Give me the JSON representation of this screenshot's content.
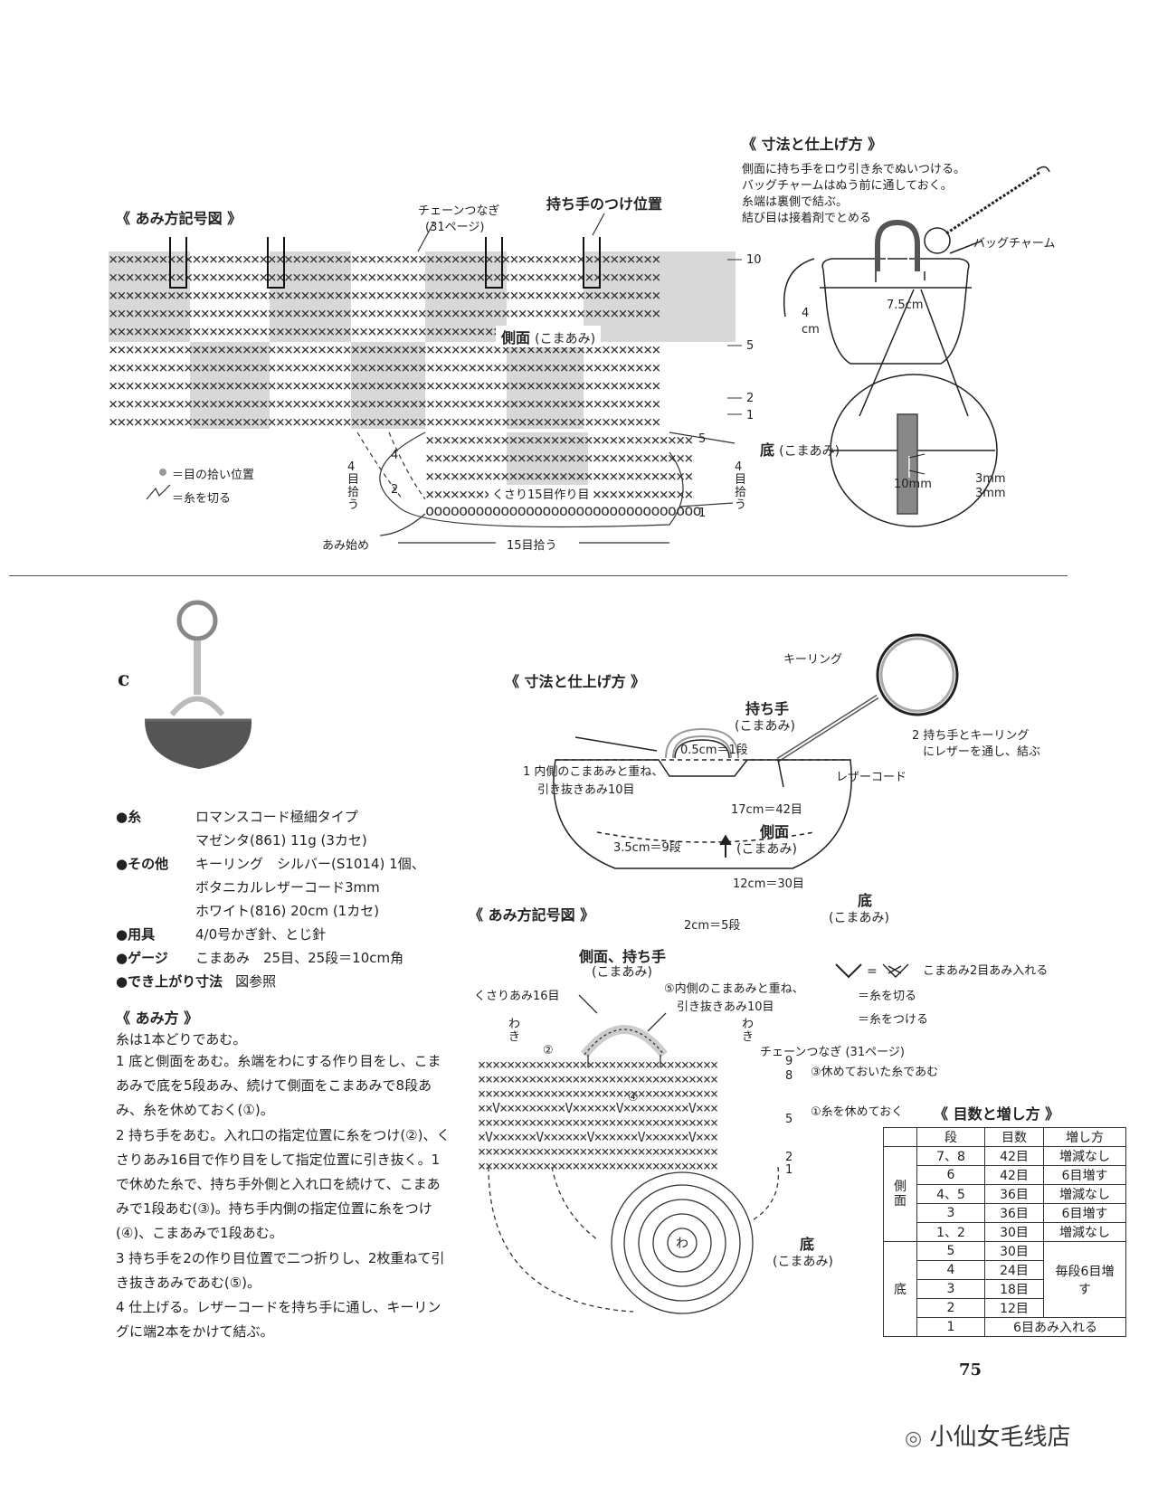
{
  "top": {
    "symbol_heading": "《 あみ方記号図 》",
    "chain_join": "チェーンつなぎ",
    "chain_join_page": "(31ページ)",
    "handle_position": "持ち手のつけ位置",
    "side_label": "側面",
    "side_stitch": "(こまあみ)",
    "bottom_label": "底",
    "bottom_stitch": "(こまあみ)",
    "chain_start": "くさり15目作り目",
    "pick_left": "4目拾う",
    "pick_right": "4目拾う",
    "start_label": "あみ始め",
    "pick_15": "15目拾う",
    "legend_pick": "＝目の拾い位置",
    "legend_cut": "＝糸を切る",
    "row_nums": [
      "10",
      "5",
      "2",
      "1"
    ],
    "bottom_rows": [
      "5",
      "4",
      "2",
      "1"
    ],
    "finish_heading": "《 寸法と仕上げ方 》",
    "finish_lines": [
      "側面に持ち手をロウ引き糸でぬいつける。",
      "バッグチャームはぬう前に通しておく。",
      "糸端は裏側で結ぶ。",
      "結び目は接着剤でとめる"
    ],
    "bag_charm": "バッグチャーム",
    "height": "4 cm",
    "width": "7.5cm",
    "detail_10mm": "10mm",
    "detail_3mm_a": "3mm",
    "detail_3mm_b": "3mm"
  },
  "c": {
    "letter": "c",
    "specs": [
      {
        "label": "●糸",
        "value": "ロマンスコード極細タイプ"
      },
      {
        "label": "",
        "value": "マゼンタ(861) 11g (3カセ)"
      },
      {
        "label": "●その他",
        "value": "キーリング　シルバー(S1014) 1個、"
      },
      {
        "label": "",
        "value": "ボタニカルレザーコード3mm"
      },
      {
        "label": "",
        "value": "ホワイト(816) 20cm (1カセ)"
      },
      {
        "label": "●用具",
        "value": "4/0号かぎ針、とじ針"
      },
      {
        "label": "●ゲージ",
        "value": "こまあみ　25目、25段＝10cm角"
      },
      {
        "label": "●でき上がり寸法",
        "value": "図参照"
      }
    ],
    "method_heading": "《 あみ方 》",
    "method_intro": "糸は1本どりであむ。",
    "steps": [
      "1 底と側面をあむ。糸端をわにする作り目をし、こまあみで底を5段あみ、続けて側面をこまあみで8段あみ、糸を休めておく(①)。",
      "2 持ち手をあむ。入れ口の指定位置に糸をつけ(②)、くさりあみ16目で作り目をして指定位置に引き抜く。1で休めた糸で、持ち手外側と入れ口を続けて、こまあみで1段あむ(③)。持ち手内側の指定位置に糸をつけ(④)、こまあみで1段あむ。",
      "3 持ち手を2の作り目位置で二つ折りし、2枚重ねて引き抜きあみであむ(⑤)。",
      "4 仕上げる。レザーコードを持ち手に通し、キーリングに端2本をかけて結ぶ。"
    ],
    "finish_heading": "《 寸法と仕上げ方 》",
    "keyring": "キーリング",
    "handle": "持ち手",
    "handle_stitch": "(こまあみ)",
    "half_cm": "0.5cm＝1段",
    "step2_note_a": "2 持ち手とキーリング",
    "step2_note_b": "にレザーを通し、結ぶ",
    "step1_note_a": "1 内側のこまあみと重ね、",
    "step1_note_b": "引き抜きあみ10目",
    "leather": "レザーコード",
    "w17": "17cm＝42目",
    "side": "側面",
    "side_stitch": "(こまあみ)",
    "h35": "3.5cm＝9段",
    "w12": "12cm＝30目",
    "bottom": "底",
    "bottom_stitch": "(こまあみ)",
    "h2": "2cm＝5段",
    "symbol_heading": "《 あみ方記号図 》",
    "side_handle": "側面、持ち手",
    "side_handle_stitch": "(こまあみ)",
    "legend_inc": "こまあみ2目あみ入れる",
    "legend_cut": "＝糸を切る",
    "legend_attach": "＝糸をつける",
    "chain16": "くさりあみ16目",
    "note5_a": "⑤内側のこまあみと重ね、",
    "note5_b": "引き抜きあみ10目",
    "waki_l": "わき",
    "waki_r": "わき",
    "n2": "②",
    "n4": "④",
    "chain_join": "チェーンつなぎ (31ページ)",
    "note3": "③休めておいた糸であむ",
    "note1": "①糸を休めておく",
    "row_nums": [
      "9",
      "8",
      "5",
      "2",
      "1"
    ],
    "bottom_label": "底",
    "bottom_stitch2": "(こまあみ)",
    "center": "わ"
  },
  "table": {
    "heading": "《 目数と増し方 》",
    "headers": [
      "段",
      "目数",
      "増し方"
    ],
    "group_side": "側面",
    "group_bottom": "底",
    "side_rows": [
      {
        "row": "7、8",
        "count": "42目",
        "inc": "増減なし"
      },
      {
        "row": "6",
        "count": "42目",
        "inc": "6目増す"
      },
      {
        "row": "4、5",
        "count": "36目",
        "inc": "増減なし"
      },
      {
        "row": "3",
        "count": "36目",
        "inc": "6目増す"
      },
      {
        "row": "1、2",
        "count": "30目",
        "inc": "増減なし"
      }
    ],
    "bottom_rows": [
      {
        "row": "5",
        "count": "30目"
      },
      {
        "row": "4",
        "count": "24目"
      },
      {
        "row": "3",
        "count": "18目"
      },
      {
        "row": "2",
        "count": "12目"
      }
    ],
    "bottom_inc": "毎段6目増す",
    "row1": {
      "row": "1",
      "count": "6目あみ入れる"
    }
  },
  "page_number": "75",
  "watermark": "小仙女毛线店"
}
